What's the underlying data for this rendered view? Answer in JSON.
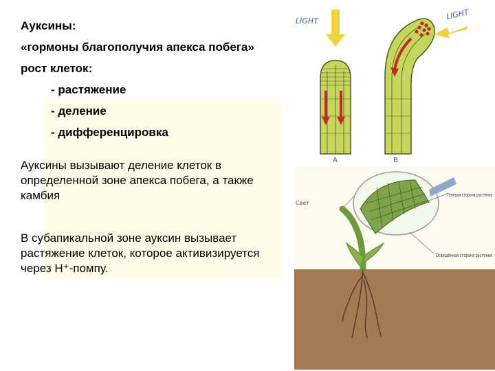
{
  "header": {
    "title": "Ауксины:",
    "subtitle": "«гормоны благополучия апекса побега»",
    "list_heading": "рост клеток:",
    "items": [
      "- растяжение",
      "- деление",
      "- дифференцировка"
    ]
  },
  "paragraphs": [
    "Ауксины вызывают деление клеток в определенной зоне апекса побега, а также камбия",
    "В субапикальной зоне ауксин вызывает растяжение клеток, которое активизируется через H⁺-помпу."
  ],
  "figure_top": {
    "light_left": "LIGHT",
    "light_right": "LIGHT",
    "label_a": "A",
    "label_b": "B"
  },
  "figure_bottom": {
    "light_label": "Свет",
    "callout_1": "Теневая сторона растения",
    "callout_2": "Освещённая сторона растения"
  },
  "colors": {
    "stem_green": "#c5d65a",
    "cell_line": "#4a5a2a",
    "arrow_red": "#c8262b",
    "arrow_yellow": "#f0d23c",
    "soil": "#a27b55",
    "panel_bg": "#fdfde8",
    "light_label": "#3b5fa8"
  }
}
